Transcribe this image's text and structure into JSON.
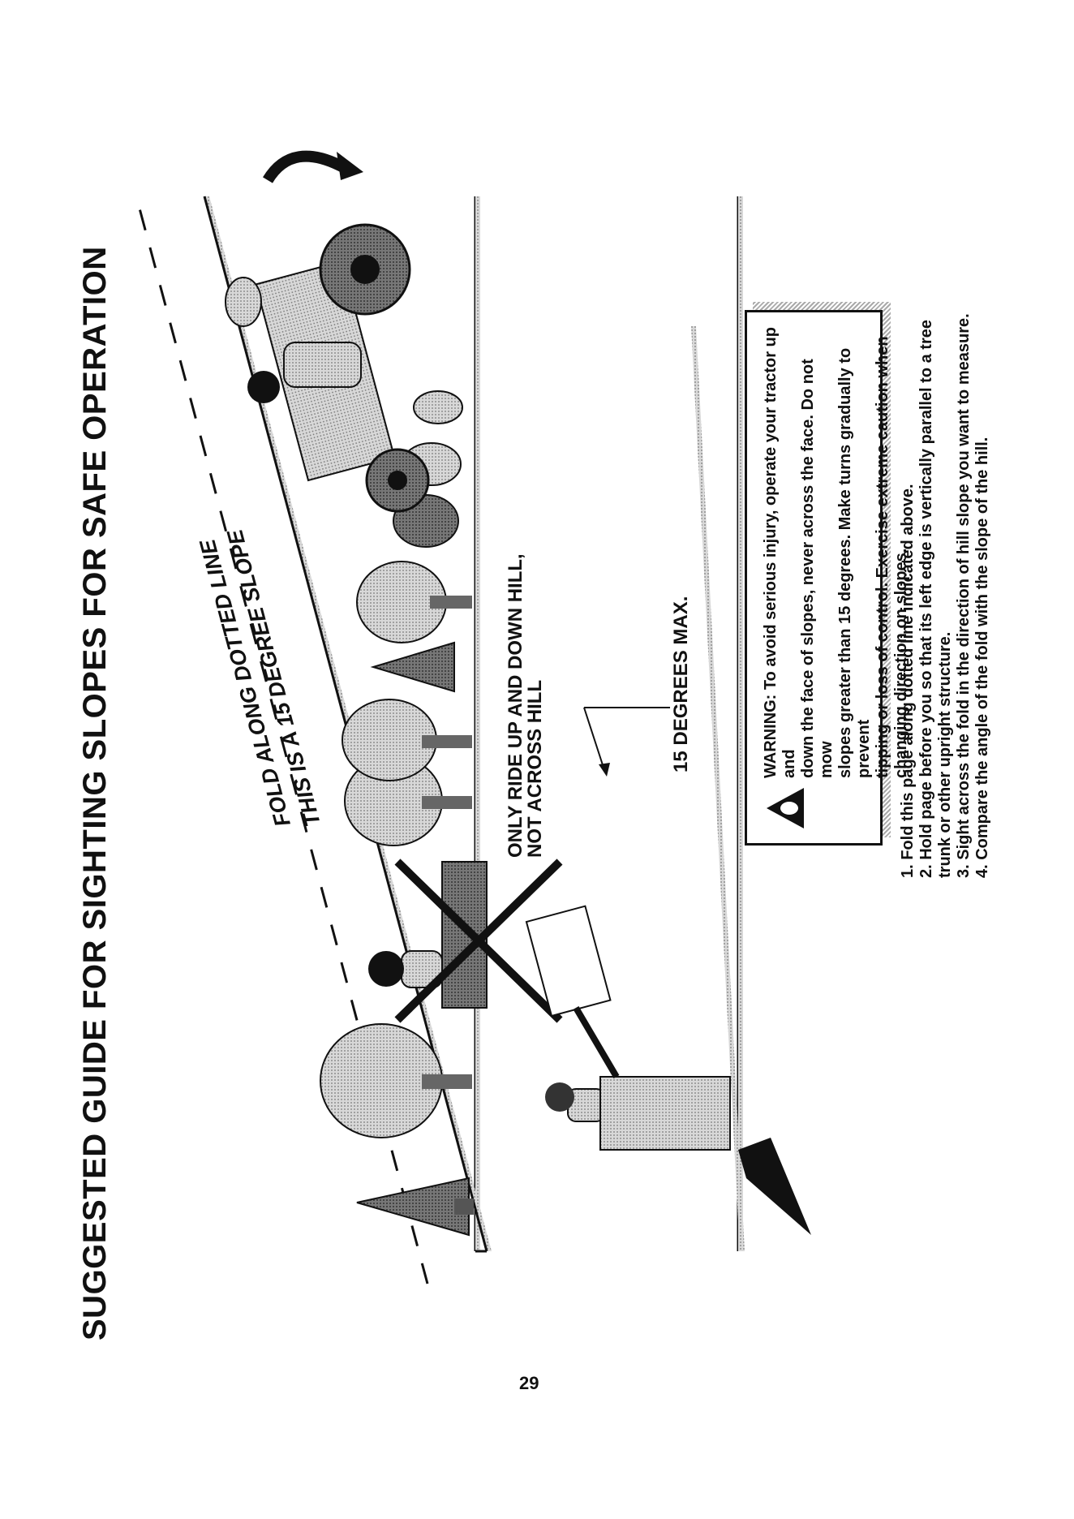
{
  "title": "SUGGESTED GUIDE FOR SIGHTING SLOPES FOR SAFE OPERATION",
  "diagram": {
    "fold_line_label": "FOLD ALONG DOTTED LINE",
    "slope_label": "THIS IS A 15 DEGREE SLOPE",
    "ride_label_line1": "ONLY RIDE UP AND DOWN HILL,",
    "ride_label_line2": "NOT ACROSS HILL",
    "degrees_label": "15 DEGREES MAX."
  },
  "warning": {
    "icon": "warning-triangle-icon",
    "lines": [
      "WARNING: To avoid serious injury, operate your tractor up and",
      "down the face of slopes, never across the face. Do not mow",
      "slopes greater than 15 degrees. Make turns gradually to prevent",
      "tipping or loss of control. Exercise extreme caution when",
      "changing direction on slopes."
    ]
  },
  "instructions": [
    "1. Fold this page along dotted line indicated above.",
    "2. Hold page before you so that its left edge is vertically parallel to a tree",
    "    trunk or other upright structure.",
    "3. Sight across the fold in the direction of hill slope you want to measure.",
    "4. Compare the angle of the fold with the slope of the hill."
  ],
  "page_number": "29"
}
